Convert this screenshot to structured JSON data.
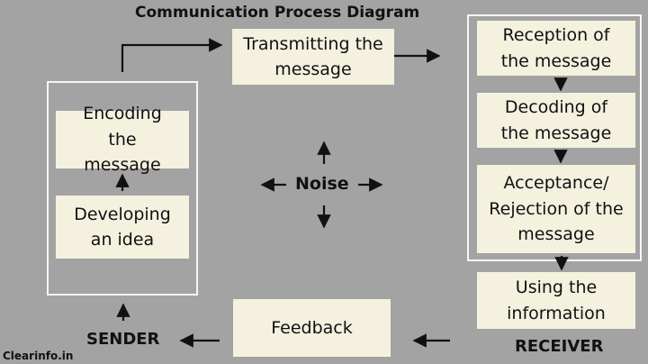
{
  "title": "Communication Process Diagram",
  "boxes": {
    "transmitting": "Transmitting the message",
    "encoding": "Encoding the message",
    "developing": "Developing an idea",
    "reception": "Reception of the message",
    "decoding": "Decoding of the message",
    "acceptance": "Acceptance/ Rejection of the message",
    "using": "Using the information",
    "feedback": "Feedback"
  },
  "noise": "Noise",
  "labels": {
    "sender": "SENDER",
    "receiver": "RECEIVER"
  },
  "brand": "Clearinfo.in",
  "colors": {
    "background": "#a3a3a3",
    "box": "#f4f1df",
    "frame": "#f6f6f6",
    "arrow": "#111111"
  }
}
